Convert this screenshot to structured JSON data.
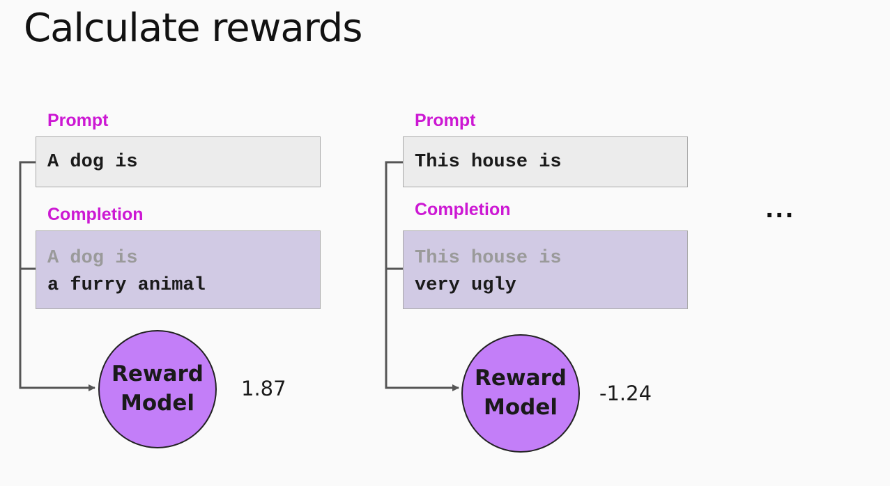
{
  "title": "Calculate rewards",
  "examples": [
    {
      "prompt_label": "Prompt",
      "prompt_text": "A dog is",
      "completion_label": "Completion",
      "completion_echo": "A dog is",
      "completion_text": "a furry animal",
      "model_line1": "Reward",
      "model_line2": "Model",
      "score": "1.87"
    },
    {
      "prompt_label": "Prompt",
      "prompt_text": "This house is",
      "completion_label": "Completion",
      "completion_echo": "This house is",
      "completion_text": "very ugly",
      "model_line1": "Reward",
      "model_line2": "Model",
      "score": "-1.24"
    }
  ],
  "more_indicator": "...",
  "colors": {
    "label": "#cc18d3",
    "prompt_bg": "#ececec",
    "completion_bg": "#d1cae4",
    "model_fill": "#c37ef8",
    "connector": "#555555"
  }
}
